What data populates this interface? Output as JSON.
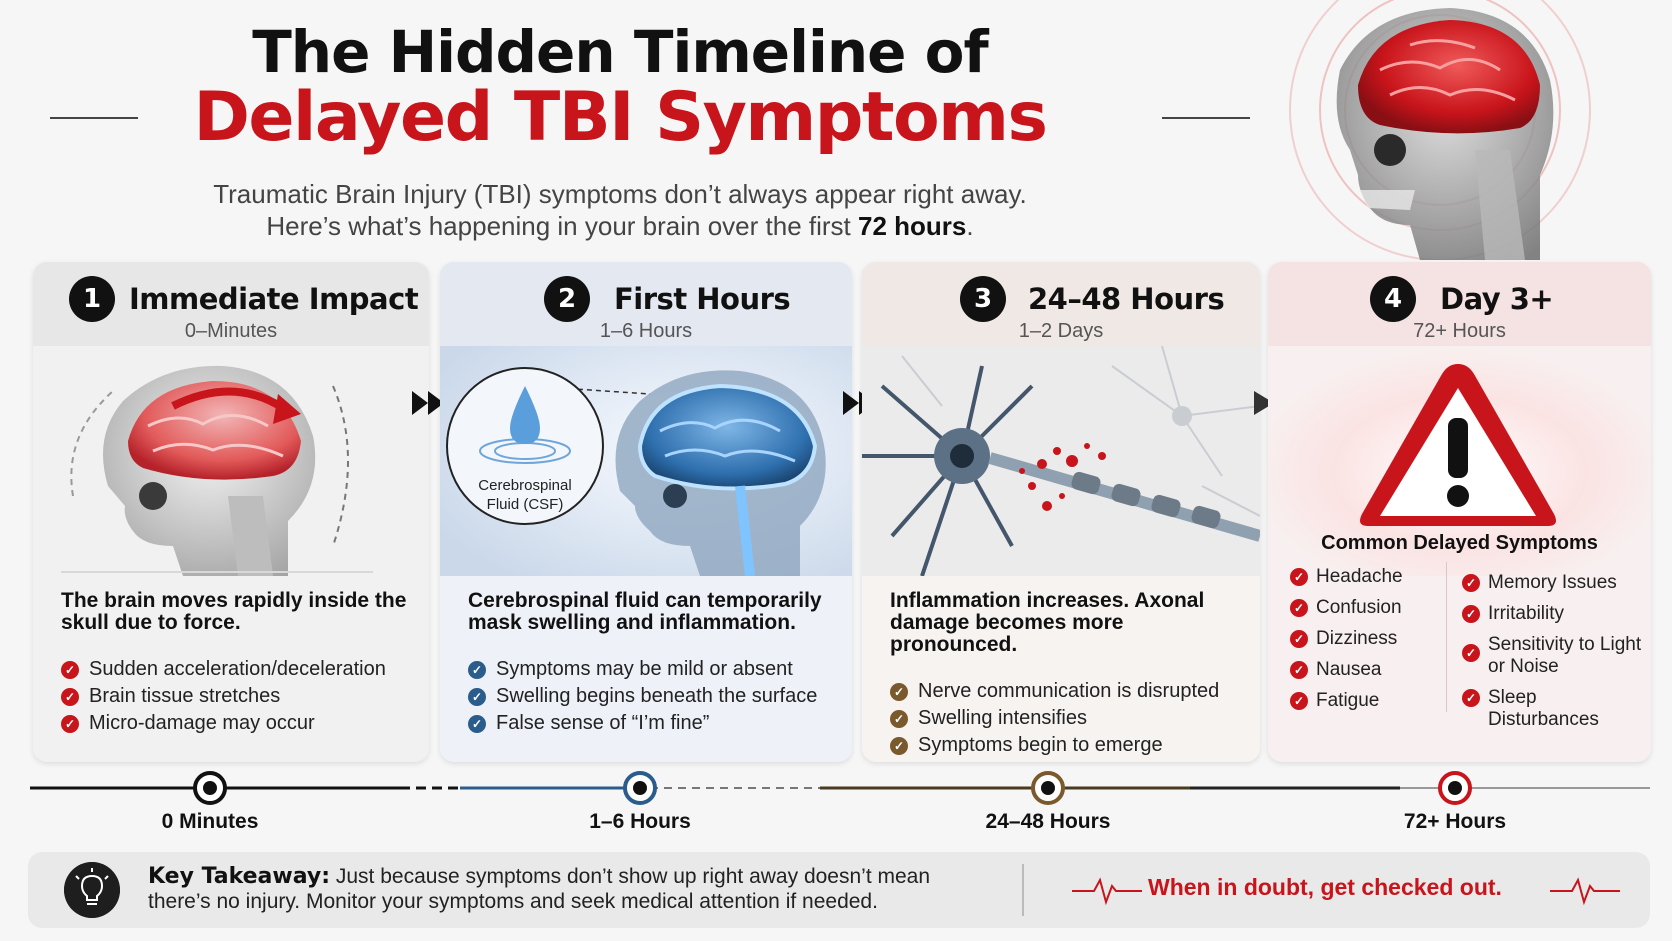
{
  "header": {
    "title_line1": "The Hidden Timeline of",
    "title_line2": "Delayed TBI Symptoms",
    "subtitle_line1": "Traumatic Brain Injury (TBI) symptoms don’t always appear right away.",
    "subtitle_line2_prefix": "Here’s what’s happening in your brain over the first ",
    "subtitle_line2_bold": "72 hours",
    "subtitle_line2_suffix": "."
  },
  "stages": [
    {
      "number": "1",
      "title": "Immediate Impact",
      "subtitle": "0–Minutes",
      "lead": "The brain moves rapidly inside the skull due to force.",
      "bullets": [
        "Sudden acceleration/deceleration",
        "Brain tissue stretches",
        "Micro-damage may occur"
      ]
    },
    {
      "number": "2",
      "title": "First Hours",
      "subtitle": "1–6 Hours",
      "image_label": "Cerebrospinal Fluid (CSF)",
      "lead": "Cerebrospinal fluid can temporarily mask swelling and inflammation.",
      "bullets": [
        "Symptoms may be mild or absent",
        "Swelling begins beneath the surface",
        "False sense of “I’m fine”"
      ]
    },
    {
      "number": "3",
      "title": "24–48 Hours",
      "subtitle": "1–2 Days",
      "lead": "Inflammation increases. Axonal damage becomes more pronounced.",
      "bullets": [
        "Nerve communication is disrupted",
        "Swelling intensifies",
        "Symptoms begin to emerge"
      ]
    },
    {
      "number": "4",
      "title": "Day 3+",
      "subtitle": "72+ Hours",
      "symptoms_title": "Common Delayed Symptoms",
      "symptoms_left": [
        "Headache",
        "Confusion",
        "Dizziness",
        "Nausea",
        "Fatigue"
      ],
      "symptoms_right": [
        "Memory Issues",
        "Irritability",
        "Sensitivity to Light or Noise",
        "Sleep Disturbances"
      ]
    }
  ],
  "timeline": {
    "labels": [
      "0 Minutes",
      "1–6 Hours",
      "24–48 Hours",
      "72+ Hours"
    ],
    "colors": [
      "#111111",
      "#2a5d8c",
      "#7a5a2c",
      "#c8141b"
    ]
  },
  "footer": {
    "takeaway_label": "Key Takeaway:",
    "takeaway_text": " Just because symptoms don’t show up right away doesn’t mean there’s no injury. Monitor your symptoms and seek medical attention if needed.",
    "cta": "When in doubt, get checked out."
  },
  "colors": {
    "accent_red": "#c8141b",
    "blue": "#2a5d8c",
    "brown": "#7a5a2c"
  }
}
